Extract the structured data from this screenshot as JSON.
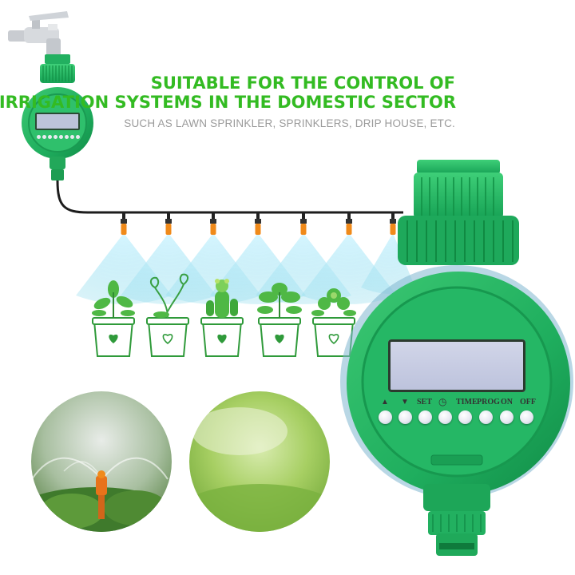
{
  "headline": {
    "line1": "SUITABLE FOR THE CONTROL OF",
    "line2": "IRRIGATION SYSTEMS IN THE DOMESTIC SECTOR",
    "subline": "SUCH AS LAWN SPRINKLER, SPRINKLERS, DRIP HOUSE, ETC."
  },
  "controller": {
    "buttons": [
      {
        "label": "▲",
        "icon": "up-arrow-icon"
      },
      {
        "label": "▼",
        "icon": "down-arrow-icon"
      },
      {
        "label": "SET"
      },
      {
        "label": "◷",
        "icon": "clock-icon"
      },
      {
        "label": "TIME"
      },
      {
        "label": "PROG"
      },
      {
        "label": "ON"
      },
      {
        "label": "OFF"
      }
    ]
  },
  "colors": {
    "headline_green": "#33bb22",
    "body_green": "#22b060",
    "dark_green": "#12884a",
    "lcd": "#bcc2dc",
    "nozzle_orange": "#f08a1a",
    "mist": "#9fe0f0"
  }
}
